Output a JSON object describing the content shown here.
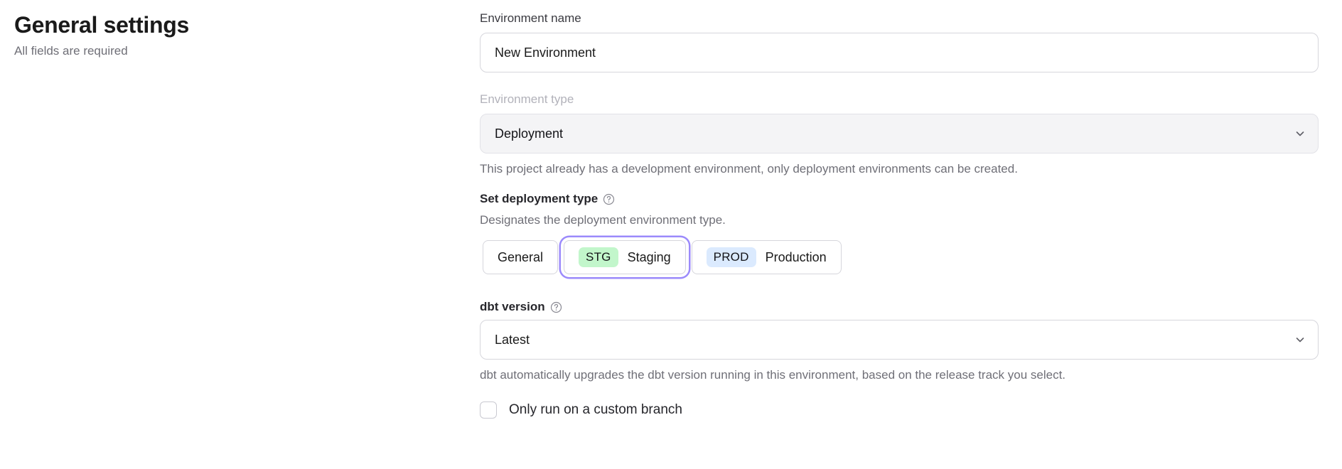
{
  "header": {
    "title": "General settings",
    "subtitle": "All fields are required"
  },
  "form": {
    "environment_name": {
      "label": "Environment name",
      "value": "New Environment",
      "placeholder": "Environment name"
    },
    "environment_type": {
      "label": "Environment type",
      "value": "Deployment",
      "hint": "This project already has a development environment, only deployment environments can be created.",
      "disabled": true,
      "chevron_icon": "chevron-down-icon"
    },
    "deployment_type": {
      "label": "Set deployment type",
      "help_icon": "help-circle-icon",
      "description": "Designates the deployment environment type.",
      "options": [
        {
          "badge": "",
          "label": "General",
          "selected": false
        },
        {
          "badge": "STG",
          "label": "Staging",
          "selected": true
        },
        {
          "badge": "PROD",
          "label": "Production",
          "selected": false
        }
      ]
    },
    "dbt_version": {
      "label": "dbt version",
      "help_icon": "help-circle-icon",
      "value": "Latest",
      "hint": "dbt automatically upgrades the dbt version running in this environment, based on the release track you select.",
      "chevron_icon": "chevron-down-icon"
    },
    "custom_branch": {
      "label": "Only run on a custom branch",
      "checked": false
    }
  },
  "colors": {
    "badge_staging_bg": "#c2f6cb",
    "badge_production_bg": "#dbeafe",
    "focus_ring": "#9b8afb",
    "text_primary": "#1a1a1a",
    "text_muted": "#6f6f77"
  }
}
